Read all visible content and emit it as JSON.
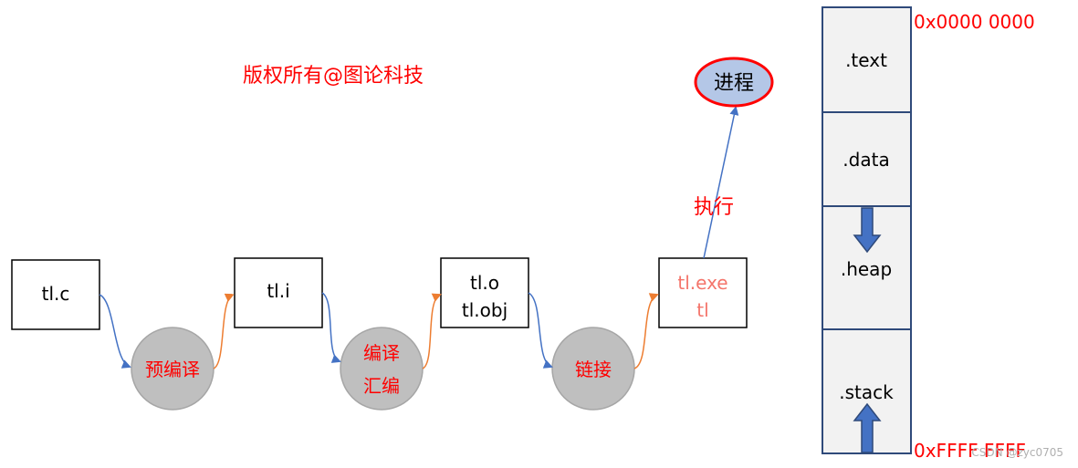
{
  "copyright": "版权所有@图论科技",
  "colors": {
    "red": "#ff0000",
    "blue_arrow": "#4472c4",
    "orange_arrow": "#ed7d31",
    "process_fill": "#b4c7e7",
    "process_border": "#ff0000",
    "node_fill": "#bfbfbf",
    "segment_fill": "#f2f2f2",
    "segment_border": "#2f4a7a",
    "fat_arrow": "#4472c4"
  },
  "files": {
    "source": "tl.c",
    "preprocessed": "tl.i",
    "object_line1": "tl.o",
    "object_line2": "tl.obj",
    "exe_line1": "tl.exe",
    "exe_line2": "tl"
  },
  "steps": {
    "preprocess": "预编译",
    "compile_line1": "编译",
    "compile_line2": "汇编",
    "link": "链接"
  },
  "execute_label": "执行",
  "process_label": "进程",
  "memory": {
    "segments": [
      ".text",
      ".data",
      ".heap",
      ".stack"
    ],
    "addr_start": "0x0000 0000",
    "addr_end": "0xFFFF FFFF"
  },
  "watermark": "CSDN @zyc0705"
}
